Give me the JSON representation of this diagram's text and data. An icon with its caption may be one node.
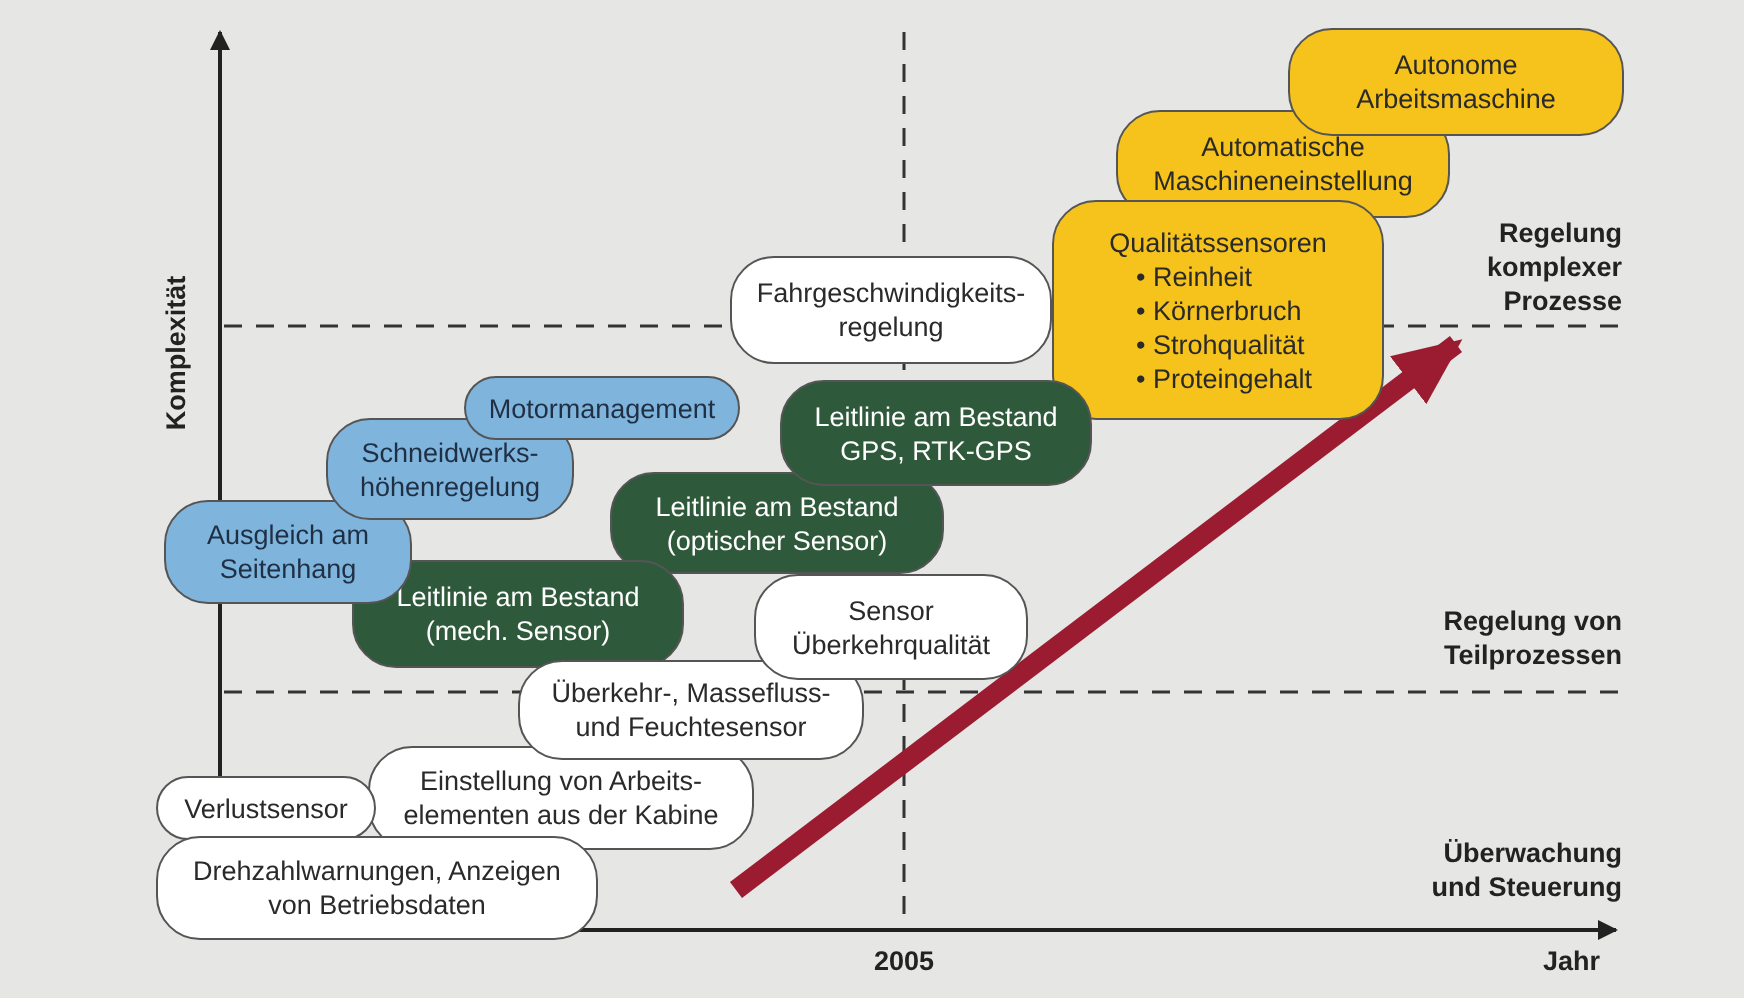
{
  "diagram": {
    "nodes": [
      {
        "text": [
          "Autonome Arbeitsmaschine"
        ]
      },
      {
        "text": [
          "Automatische Maschineneinstellung"
        ]
      },
      {
        "text": [
          "Qualitätssensoren",
          "• Reinheit",
          "• Körnerbruch",
          "• Strohqualität",
          "• Proteingehalt"
        ]
      },
      {
        "text": [
          "Fahrgeschwindigkeits- regelung"
        ]
      },
      {
        "text": [
          "Motormanagement"
        ]
      },
      {
        "text": [
          "Schneidwerks- höhenregelung"
        ]
      },
      {
        "text": [
          "Leitlinie am Bestand GPS, RTK-GPS"
        ]
      },
      {
        "text": [
          "Leitlinie am Bestand (optischer Sensor)"
        ]
      },
      {
        "text": [
          "Ausgleich am Seitenhang"
        ]
      },
      {
        "text": [
          "Sensor Überkehrqualität"
        ]
      },
      {
        "text": [
          "Leitlinie am Bestand (mech. Sensor)"
        ]
      },
      {
        "text": [
          "Überkehr-, Massefluss- und Feuchtesensor"
        ]
      },
      {
        "text": [
          "Verlustsensor"
        ]
      },
      {
        "text": [
          "Einstellung von Arbeits- elementen aus der Kabine"
        ]
      },
      {
        "text": [
          "Drehzahlwarnungen, Anzeigen von Betriebsdaten"
        ]
      }
    ],
    "edges": [],
    "labels": [
      "Komplexität",
      "Regelung komplexer Prozesse",
      "Regelung von Teilprozessen",
      "Überwachung und Steuerung",
      "2005",
      "Jahr"
    ]
  }
}
